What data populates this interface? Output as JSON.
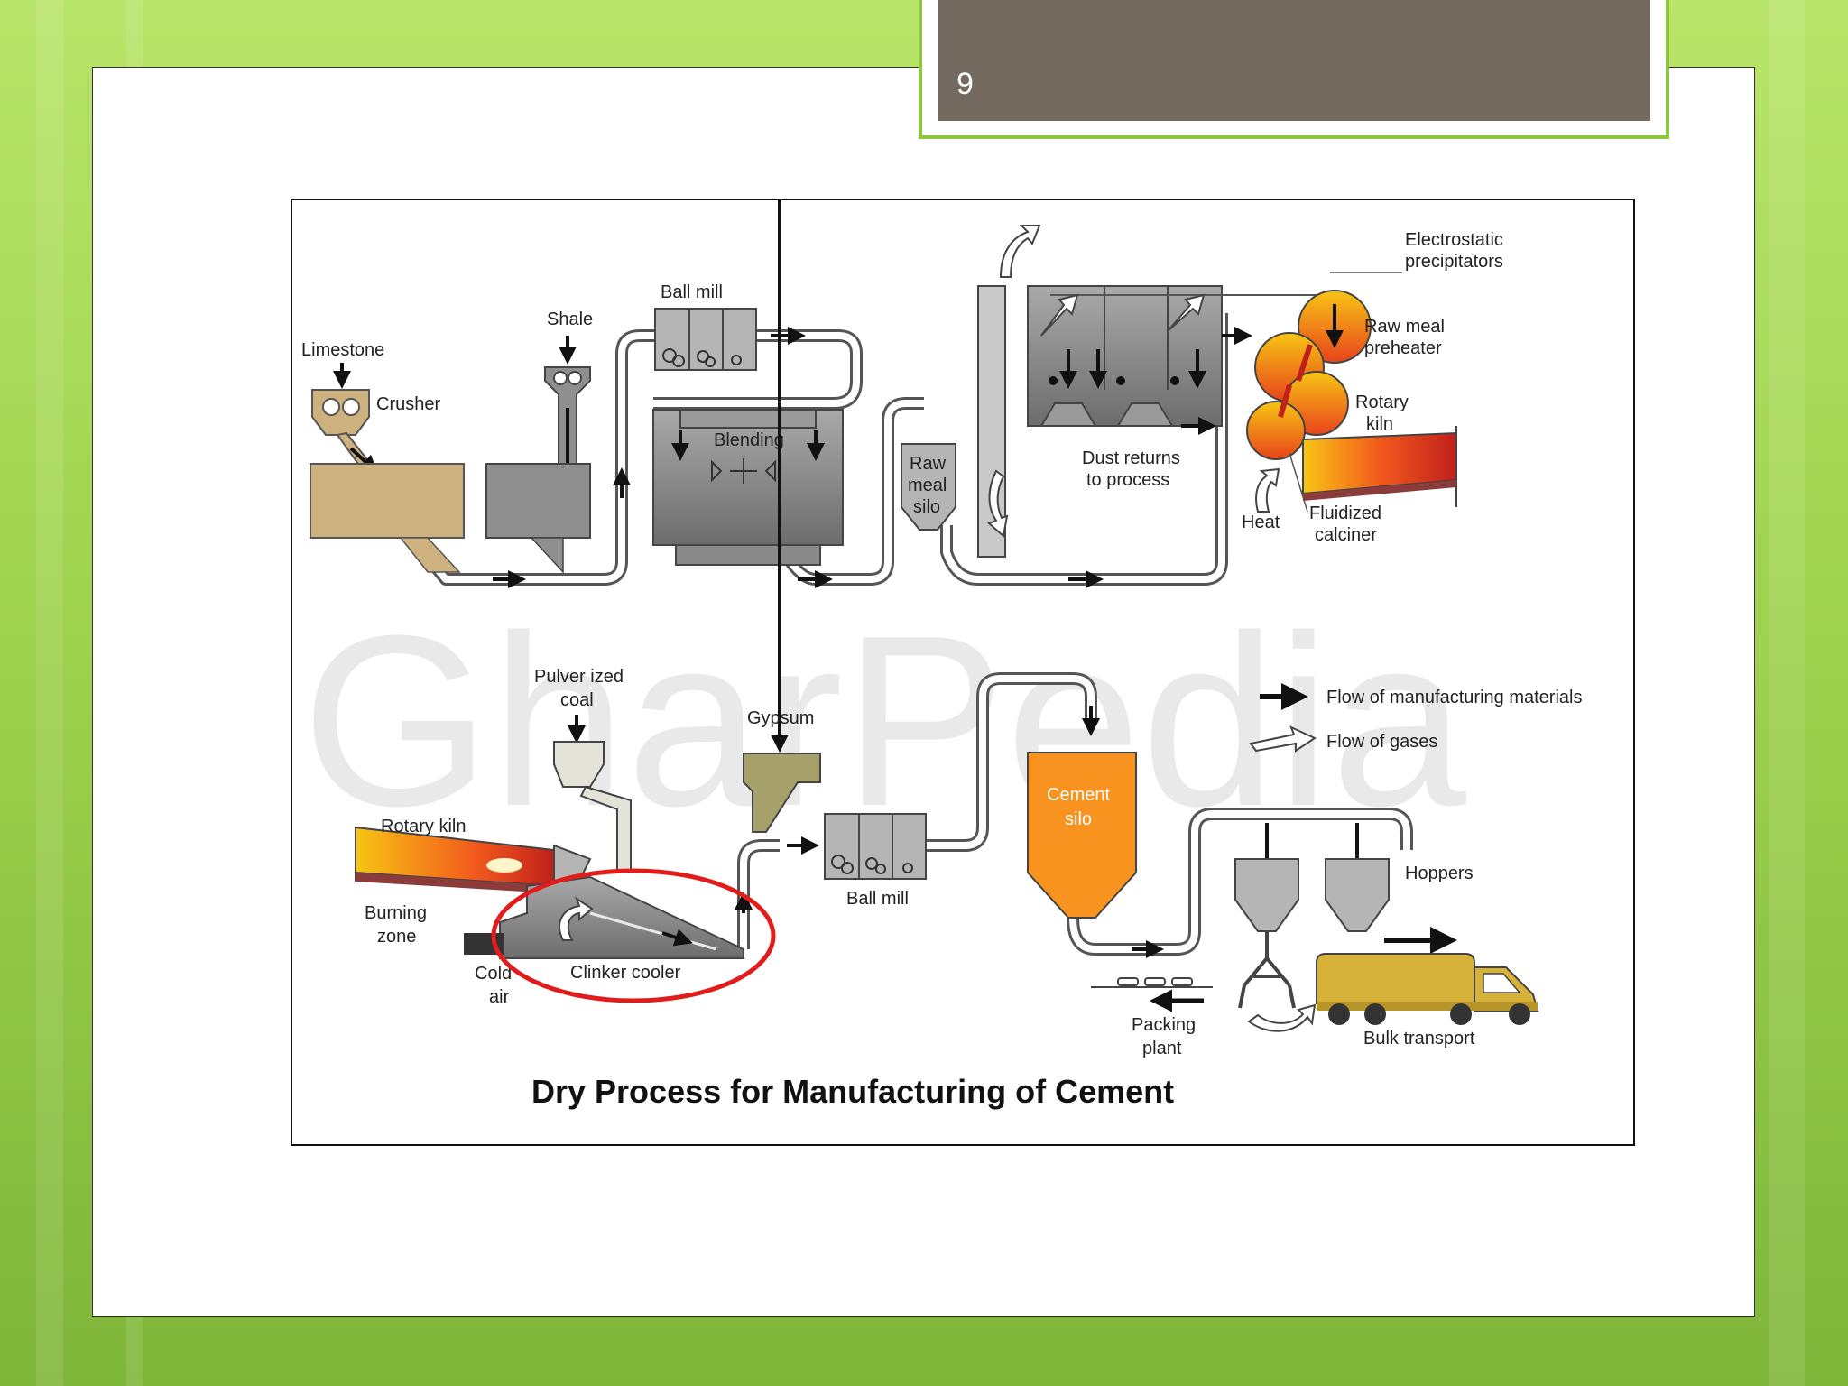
{
  "slide": {
    "number": "9"
  },
  "diagram": {
    "title": "Dry Process for Manufacturing of Cement",
    "watermark": "GharPedia",
    "labels": {
      "limestone": "Limestone",
      "crusher": "Crusher",
      "shale": "Shale",
      "ball_mill_top": "Ball mill",
      "blending": "Blending",
      "raw_meal_silo": [
        "Raw",
        "meal",
        "silo"
      ],
      "dust_returns": [
        "Dust returns",
        "to process"
      ],
      "electrostatic": [
        "Electrostatic",
        "precipitators"
      ],
      "raw_meal_preheater": [
        "Raw meal",
        "preheater"
      ],
      "rotary_kiln_top": [
        "Rotary",
        "kiln"
      ],
      "heat": "Heat",
      "fluidized_calciner": [
        "Fluidized",
        "calciner"
      ],
      "pulverized_coal": [
        "Pulver ized",
        "coal"
      ],
      "gypsum": "Gypsum",
      "rotary_kiln_bottom": "Rotary kiln",
      "burning_zone": [
        "Burning",
        "zone"
      ],
      "cold_air": [
        "Cold",
        "air"
      ],
      "clinker_cooler": "Clinker cooler",
      "ball_mill_bottom": "Ball mill",
      "cement_silo": [
        "Cement",
        "silo"
      ],
      "hoppers": "Hoppers",
      "packing_plant": [
        "Packing",
        "plant"
      ],
      "bulk_transport": "Bulk transport"
    },
    "legend": [
      {
        "label": "Flow of manufacturing materials",
        "icon": "solid-black-arrow"
      },
      {
        "label": "Flow of gases",
        "icon": "outline-white-arrow"
      }
    ],
    "colors": {
      "limestone": "#cdb17e",
      "shale": "#8f8f8f",
      "machinery": "#b5b5b5",
      "cement_silo": "#f7931e",
      "truck": "#d6b23a",
      "gypsum": "#a6a06a",
      "highlight": "#e21b1b",
      "kiln_fire": "#f25a1d"
    }
  }
}
